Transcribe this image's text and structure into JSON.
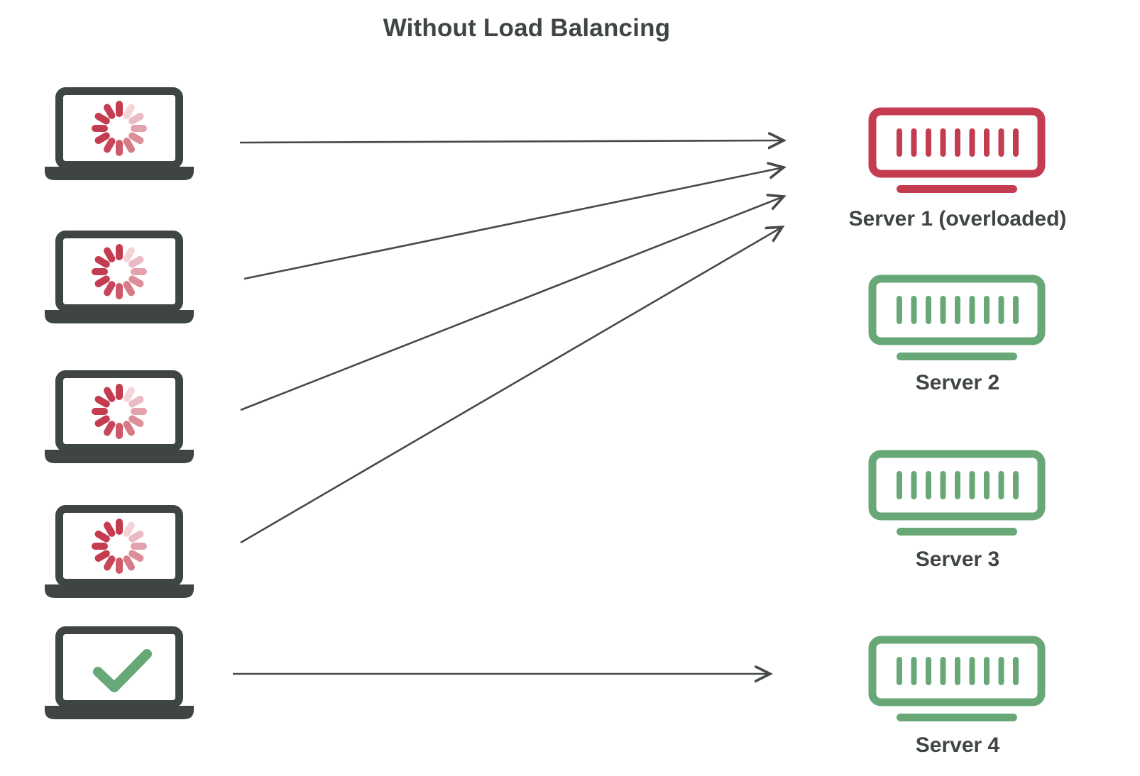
{
  "title": "Without Load Balancing",
  "colors": {
    "dark": "#3e4543",
    "red": "#c43c50",
    "green": "#68a877",
    "arrow": "#46494a"
  },
  "clients": [
    {
      "id": "client-1",
      "status": "loading",
      "icon": "loading-spinner-icon"
    },
    {
      "id": "client-2",
      "status": "loading",
      "icon": "loading-spinner-icon"
    },
    {
      "id": "client-3",
      "status": "loading",
      "icon": "loading-spinner-icon"
    },
    {
      "id": "client-4",
      "status": "loading",
      "icon": "loading-spinner-icon"
    },
    {
      "id": "client-5",
      "status": "ok",
      "icon": "checkmark-icon"
    }
  ],
  "servers": [
    {
      "id": "server-1",
      "label": "Server 1 (overloaded)",
      "state": "overloaded",
      "color": "#c43c50"
    },
    {
      "id": "server-2",
      "label": "Server 2",
      "state": "healthy",
      "color": "#68a877"
    },
    {
      "id": "server-3",
      "label": "Server 3",
      "state": "healthy",
      "color": "#68a877"
    },
    {
      "id": "server-4",
      "label": "Server 4",
      "state": "healthy",
      "color": "#68a877"
    }
  ],
  "connections": [
    {
      "from": "client-1",
      "to": "server-1"
    },
    {
      "from": "client-2",
      "to": "server-1"
    },
    {
      "from": "client-3",
      "to": "server-1"
    },
    {
      "from": "client-4",
      "to": "server-1"
    },
    {
      "from": "client-5",
      "to": "server-4"
    }
  ]
}
